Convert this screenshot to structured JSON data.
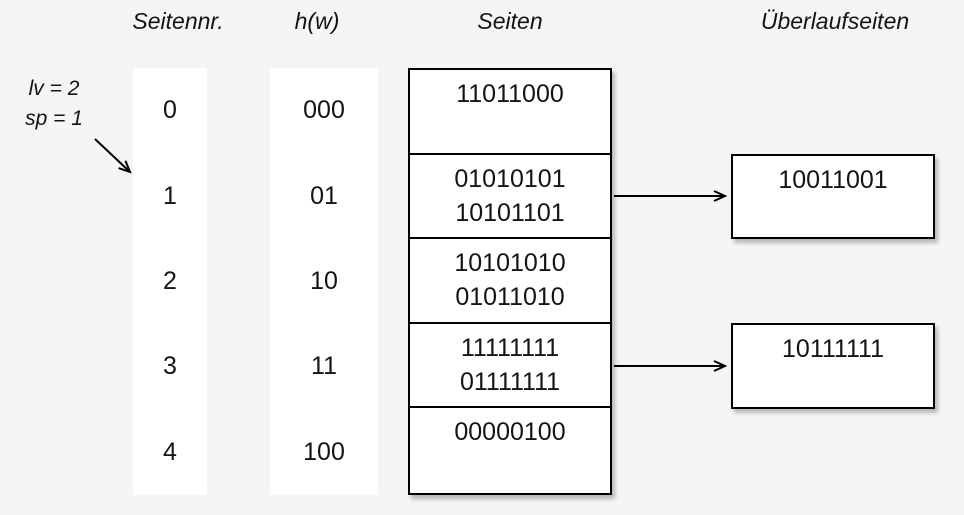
{
  "headers": {
    "page_number": "Seitennr.",
    "hash": "h(w)",
    "pages": "Seiten",
    "overflow_pages": "Überlaufseiten"
  },
  "annotation": {
    "level": "lv = 2",
    "split_pointer": "sp = 1"
  },
  "rows": [
    {
      "nr": "0",
      "hw": "000",
      "values": [
        "11011000"
      ]
    },
    {
      "nr": "1",
      "hw": "01",
      "values": [
        "01010101",
        "10101101"
      ]
    },
    {
      "nr": "2",
      "hw": "10",
      "values": [
        "10101010",
        "01011010"
      ]
    },
    {
      "nr": "3",
      "hw": "11",
      "values": [
        "11111111",
        "01111111"
      ]
    },
    {
      "nr": "4",
      "hw": "100",
      "values": [
        "00000100"
      ]
    }
  ],
  "overflow": [
    {
      "for_row": "1",
      "value": "10011001"
    },
    {
      "for_row": "3",
      "value": "10111111"
    }
  ],
  "colors": {
    "background": "#f5f5f5",
    "box_fill": "#ffffff",
    "box_border": "#000000",
    "text": "#141414"
  }
}
